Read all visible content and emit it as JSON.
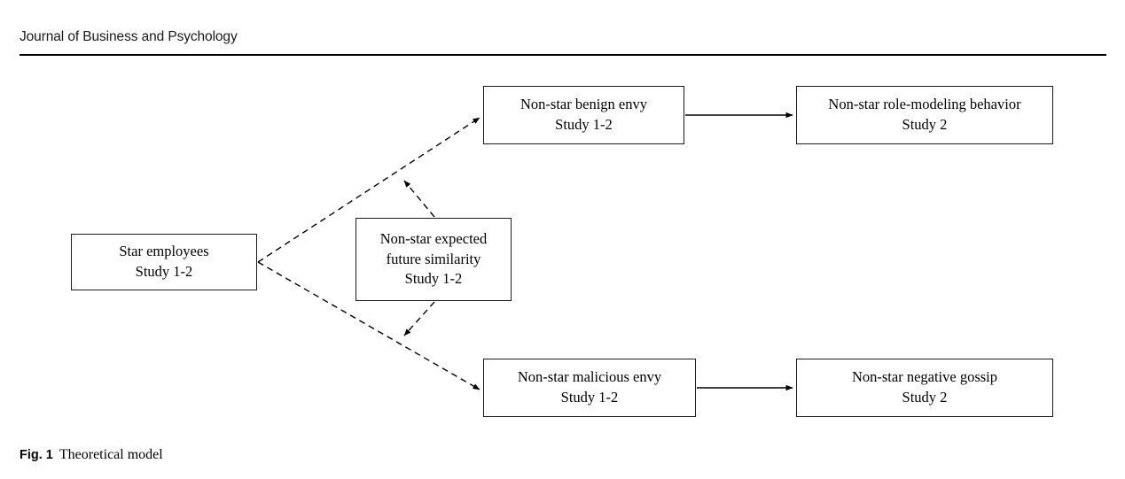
{
  "header": {
    "journal_title": "Journal of Business and Psychology"
  },
  "figure": {
    "caption_label": "Fig. 1",
    "caption_text": "Theoretical model",
    "boxes": [
      {
        "id": "star-employees",
        "line1": "Star employees",
        "line2": "Study 1-2"
      },
      {
        "id": "expected-similarity",
        "line1": "Non-star expected",
        "line2": "future similarity",
        "line3": "Study 1-2"
      },
      {
        "id": "benign-envy",
        "line1": "Non-star benign envy",
        "line2": "Study 1-2"
      },
      {
        "id": "role-modeling",
        "line1": "Non-star role-modeling behavior",
        "line2": "Study 2"
      },
      {
        "id": "malicious-envy",
        "line1": "Non-star malicious envy",
        "line2": "Study 1-2"
      },
      {
        "id": "negative-gossip",
        "line1": "Non-star negative gossip",
        "line2": "Study 2"
      }
    ],
    "connectors": [
      {
        "id": "star-to-benign-envy",
        "style": "dashed",
        "from": "star-employees",
        "to": "benign-envy"
      },
      {
        "id": "star-to-malicious-envy",
        "style": "dashed",
        "from": "star-employees",
        "to": "malicious-envy"
      },
      {
        "id": "similarity-moderates-benign",
        "style": "dashed",
        "from": "expected-similarity",
        "to": "star-to-benign-envy"
      },
      {
        "id": "similarity-moderates-malicious",
        "style": "dashed",
        "from": "expected-similarity",
        "to": "star-to-malicious-envy"
      },
      {
        "id": "benign-to-role-modeling",
        "style": "solid",
        "from": "benign-envy",
        "to": "role-modeling"
      },
      {
        "id": "malicious-to-gossip",
        "style": "solid",
        "from": "malicious-envy",
        "to": "negative-gossip"
      }
    ],
    "colors": {
      "line": "#000000",
      "box_border": "#1b1b1b",
      "background": "#ffffff",
      "text": "#000000"
    }
  }
}
